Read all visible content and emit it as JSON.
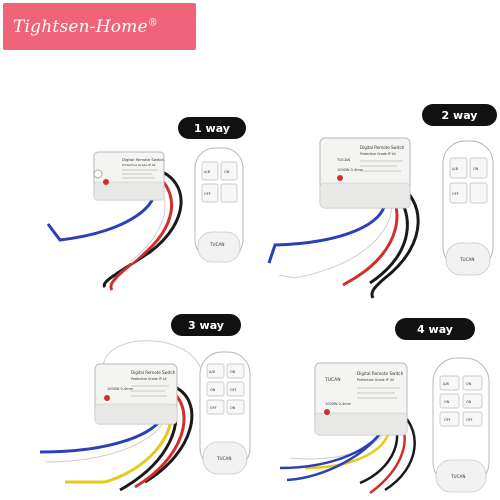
{
  "brand": {
    "name": "Tightsen-Home",
    "mark": "®"
  },
  "colors": {
    "brand_bg": "#f0647a",
    "pill_bg": "#111111",
    "wire_blue": "#2a3fb8",
    "wire_red": "#d0302a",
    "wire_black": "#1a1a1a",
    "wire_yellow": "#e8c81a"
  },
  "products": [
    {
      "label": "1 way",
      "buttons": [
        "A/B",
        "ON",
        "OFF",
        ""
      ]
    },
    {
      "label": "2 way",
      "buttons": [
        "A/B",
        "ON",
        "OFF",
        ""
      ]
    },
    {
      "label": "3 way",
      "buttons": [
        "A/B",
        "ON",
        "ON",
        "OFF",
        "OFF",
        "ON"
      ]
    },
    {
      "label": "4 way",
      "buttons": [
        "A/B",
        "ON",
        "ON",
        "ON",
        "OFF",
        "OFF"
      ]
    }
  ],
  "device_text": {
    "title": "Digital Remote Switch",
    "subtitle": "Protective Grade IP 44",
    "logo": "TUCAN",
    "rating": "1000W 0-4mm"
  }
}
